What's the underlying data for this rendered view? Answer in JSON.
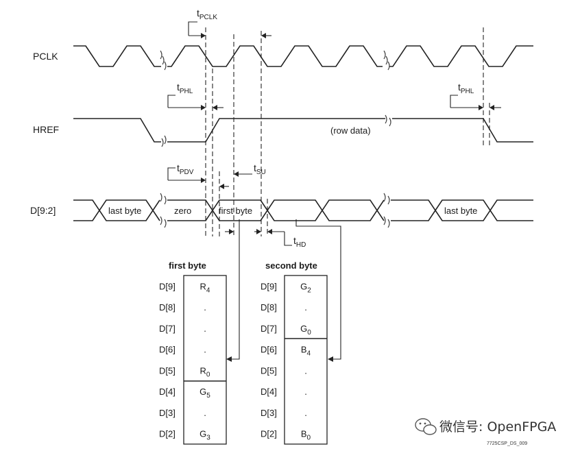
{
  "signals": {
    "pclk": "PCLK",
    "href": "HREF",
    "data_bus": "D[9:2]"
  },
  "timing": {
    "t_pclk": {
      "base": "t",
      "sub": "PCLK"
    },
    "t_phl": {
      "base": "t",
      "sub": "PHL"
    },
    "t_pdv": {
      "base": "t",
      "sub": "PDV"
    },
    "t_su": {
      "base": "t",
      "sub": "SU"
    },
    "t_hd": {
      "base": "t",
      "sub": "HD"
    }
  },
  "href_note": "(row data)",
  "data_cells": {
    "last_byte_1": "last byte",
    "zero": "zero",
    "first_byte": "first byte",
    "last_byte_2": "last byte"
  },
  "tables": {
    "first": {
      "title": "first byte",
      "rows": [
        {
          "bit": "D[9]",
          "base": "R",
          "sub": "4"
        },
        {
          "bit": "D[8]",
          "base": ".",
          "sub": ""
        },
        {
          "bit": "D[7]",
          "base": ".",
          "sub": ""
        },
        {
          "bit": "D[6]",
          "base": ".",
          "sub": ""
        },
        {
          "bit": "D[5]",
          "base": "R",
          "sub": "0"
        },
        {
          "bit": "D[4]",
          "base": "G",
          "sub": "5"
        },
        {
          "bit": "D[3]",
          "base": ".",
          "sub": ""
        },
        {
          "bit": "D[2]",
          "base": "G",
          "sub": "3"
        }
      ]
    },
    "second": {
      "title": "second byte",
      "rows": [
        {
          "bit": "D[9]",
          "base": "G",
          "sub": "2"
        },
        {
          "bit": "D[8]",
          "base": ".",
          "sub": ""
        },
        {
          "bit": "D[7]",
          "base": "G",
          "sub": "0"
        },
        {
          "bit": "D[6]",
          "base": "B",
          "sub": "4"
        },
        {
          "bit": "D[5]",
          "base": ".",
          "sub": ""
        },
        {
          "bit": "D[4]",
          "base": ".",
          "sub": ""
        },
        {
          "bit": "D[3]",
          "base": ".",
          "sub": ""
        },
        {
          "bit": "D[2]",
          "base": "B",
          "sub": "0"
        }
      ]
    }
  },
  "figure_id": "7725CSP_DS_009",
  "watermark": "微信号: OpenFPGA",
  "icons": {
    "wechat": "wechat-icon"
  }
}
